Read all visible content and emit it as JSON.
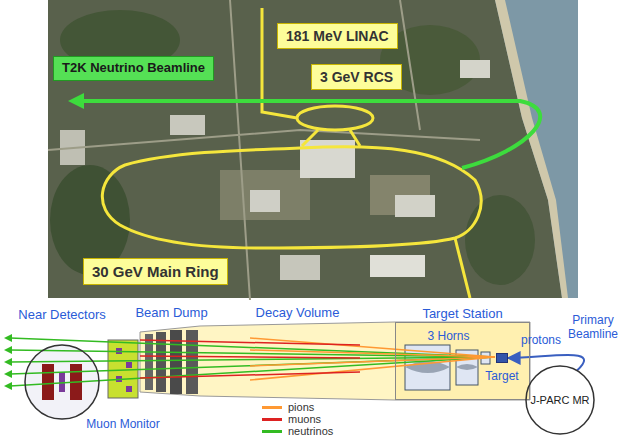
{
  "diagram": {
    "nodes": [
      {
        "text": [
          "181 MeV LINAC"
        ]
      },
      {
        "text": [
          "3 GeV RCS"
        ]
      },
      {
        "text": [
          "T2K Neutrino Beamline"
        ]
      },
      {
        "text": [
          "30 GeV Main Ring"
        ]
      },
      {
        "text": [
          "Near Detectors"
        ]
      },
      {
        "text": [
          "Muon Monitor"
        ]
      },
      {
        "text": [
          "Beam Dump"
        ]
      },
      {
        "text": [
          "Decay Volume"
        ]
      },
      {
        "text": [
          "Target Station"
        ]
      },
      {
        "text": [
          "3 Horns"
        ],
        "in": 8
      },
      {
        "text": [
          "Target"
        ],
        "in": 8
      },
      {
        "text": [
          "J-PARC MR"
        ]
      }
    ],
    "edges": [
      {
        "from": 11,
        "to": 10,
        "arrow": "to"
      }
    ],
    "labels": [
      "protons",
      "Primary Beamline"
    ],
    "legend": [
      {
        "text": "pions",
        "color": "#ff9933"
      },
      {
        "text": "muons",
        "color": "#dd2222"
      },
      {
        "text": "neutrinos",
        "color": "#33bb22"
      }
    ]
  }
}
